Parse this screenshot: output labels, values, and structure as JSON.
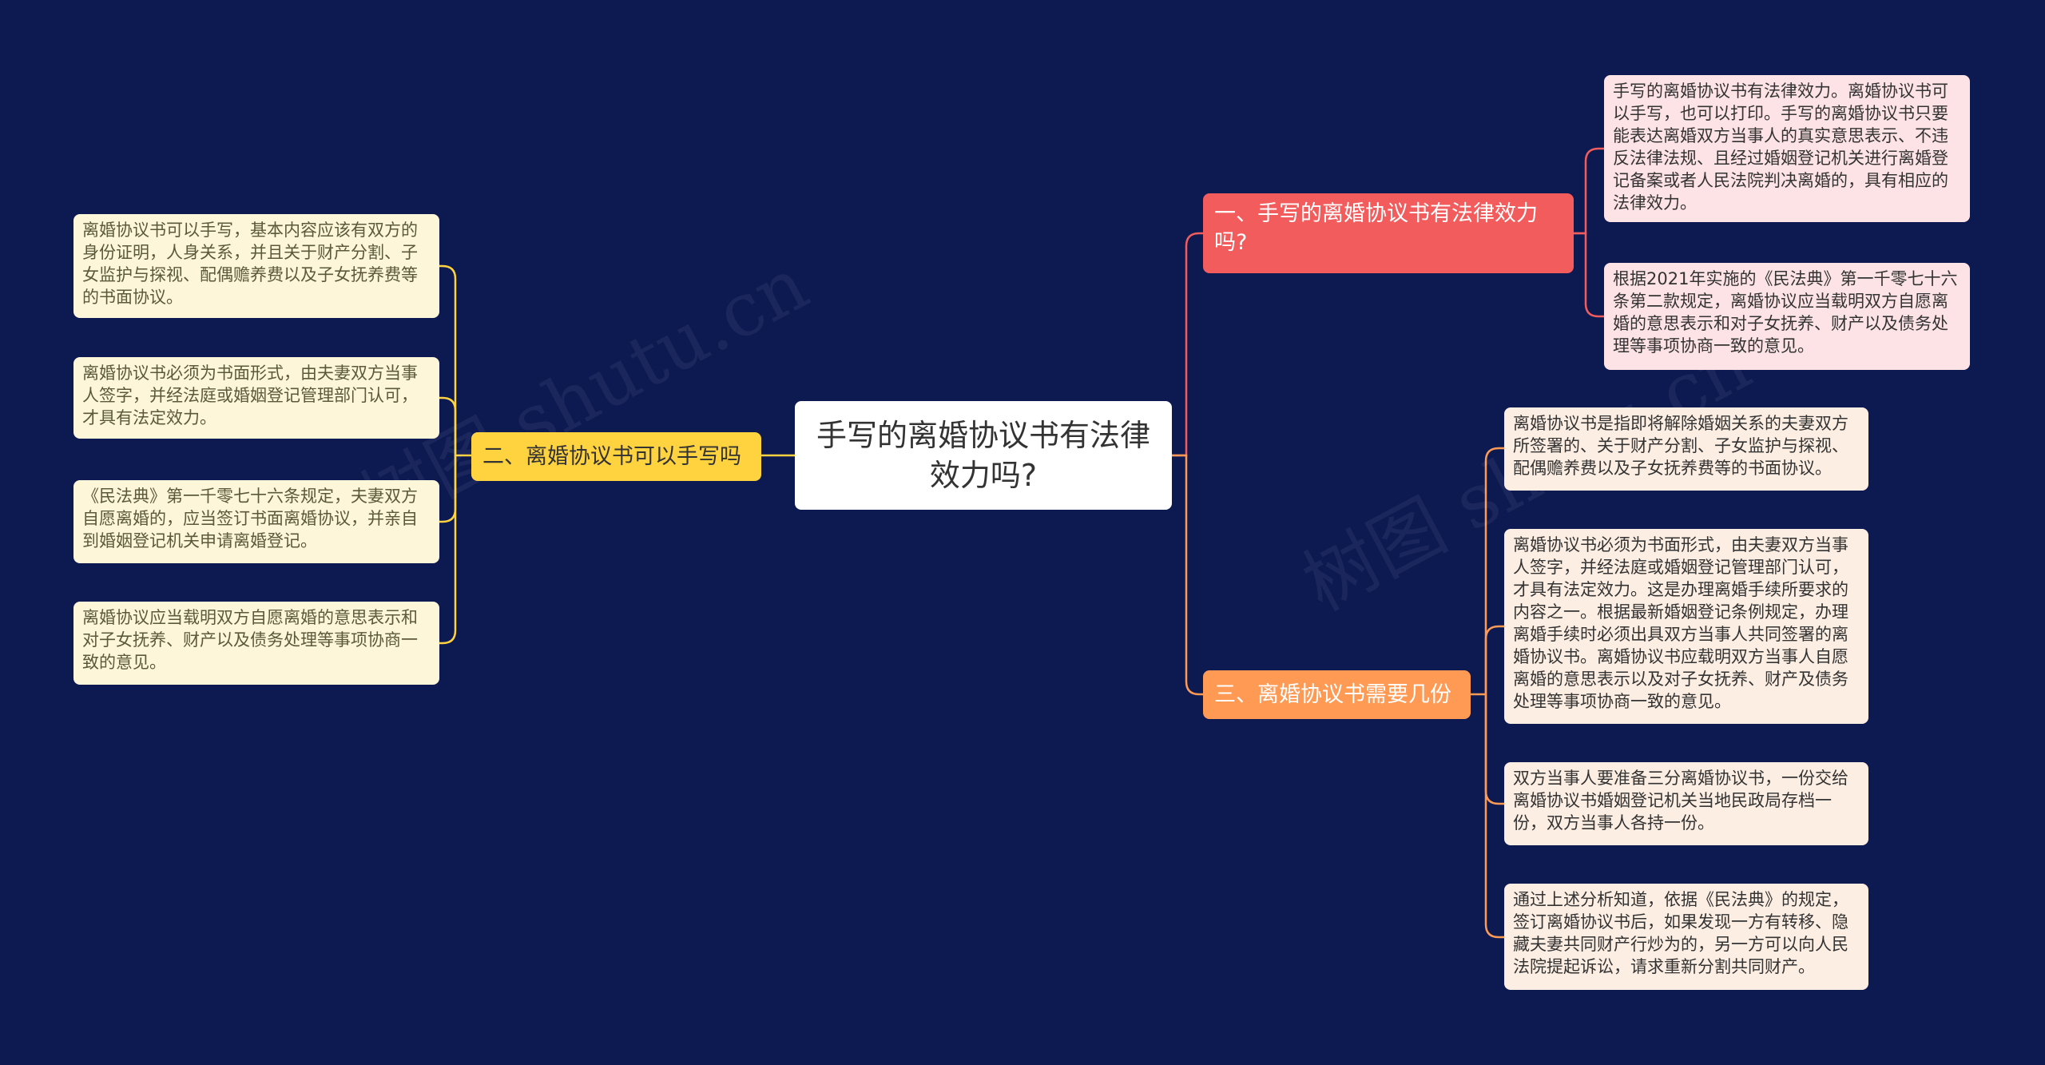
{
  "root": {
    "label": "手写的离婚协议书有法律效力吗?"
  },
  "branches": [
    {
      "label": "一、手写的离婚协议书有法律效力吗?",
      "leaves": [
        "手写的离婚协议书有法律效力。离婚协议书可以手写，也可以打印。手写的离婚协议书只要能表达离婚双方当事人的真实意思表示、不违反法律法规、且经过婚姻登记机关进行离婚登记备案或者人民法院判决离婚的，具有相应的法律效力。",
        "根据2021年实施的《民法典》第一千零七十六条第二款规定，离婚协议应当载明双方自愿离婚的意思表示和对子女抚养、财产以及债务处理等事项协商一致的意见。"
      ]
    },
    {
      "label": "二、离婚协议书可以手写吗",
      "leaves": [
        "离婚协议书可以手写，基本内容应该有双方的身份证明，人身关系，并且关于财产分割、子女监护与探视、配偶赡养费以及子女抚养费等的书面协议。",
        "离婚协议书必须为书面形式，由夫妻双方当事人签字，并经法庭或婚姻登记管理部门认可，才具有法定效力。",
        "《民法典》第一千零七十六条规定，夫妻双方自愿离婚的，应当签订书面离婚协议，并亲自到婚姻登记机关申请离婚登记。",
        "离婚协议应当载明双方自愿离婚的意思表示和对子女抚养、财产以及债务处理等事项协商一致的意见。"
      ]
    },
    {
      "label": "三、离婚协议书需要几份",
      "leaves": [
        "离婚协议书是指即将解除婚姻关系的夫妻双方所签署的、关于财产分割、子女监护与探视、配偶赡养费以及子女抚养费等的书面协议。",
        "离婚协议书必须为书面形式，由夫妻双方当事人签字，并经法庭或婚姻登记管理部门认可，才具有法定效力。这是办理离婚手续所要求的内容之一。根据最新婚姻登记条例规定，办理离婚手续时必须出具双方当事人共同签署的离婚协议书。离婚协议书应载明双方当事人自愿离婚的意思表示以及对子女抚养、财产及债务处理等事项协商一致的意见。",
        "双方当事人要准备三分离婚协议书，一份交给离婚协议书婚姻登记机关当地民政局存档一份，双方当事人各持一份。",
        "通过上述分析知道，依据《民法典》的规定，签订离婚协议书后，如果发现一方有转移、隐藏夫妻共同财产行炒为的，另一方可以向人民法院提起诉讼，请求重新分割共同财产。"
      ]
    }
  ],
  "watermark": [
    "树图 shutu.cn",
    "树图 shutu.cn"
  ],
  "colors": {
    "background": "#0d1a52",
    "branch1": "#f25c5c",
    "branch2": "#ffd23f",
    "branch3": "#ff9a55",
    "link1": "#f25c5c",
    "link2": "#ffd23f",
    "link3": "#ff9a55"
  }
}
